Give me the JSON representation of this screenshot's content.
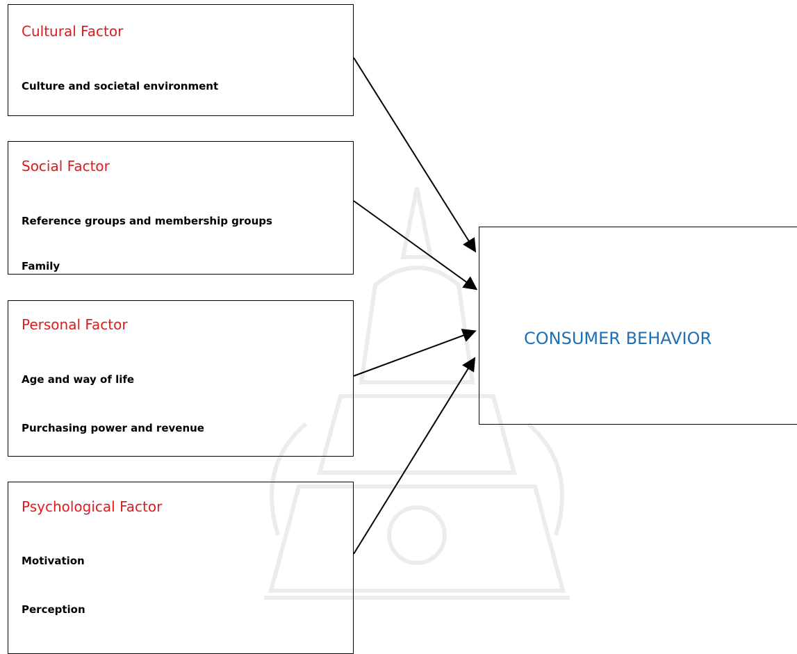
{
  "colors": {
    "factor_title": "#e0191e",
    "target_label": "#1f6fb2",
    "border": "#000000",
    "arrow": "#000000"
  },
  "factors": [
    {
      "title": "Cultural Factor",
      "items": [
        "Culture and societal environment"
      ]
    },
    {
      "title": "Social Factor",
      "items": [
        "Reference groups and membership groups",
        "Family"
      ]
    },
    {
      "title": "Personal Factor",
      "items": [
        "Age and way of life",
        "Purchasing power and revenue"
      ]
    },
    {
      "title": "Psychological Factor",
      "items": [
        "Motivation",
        "Perception"
      ]
    }
  ],
  "target": {
    "label": "CONSUMER BEHAVIOR"
  }
}
